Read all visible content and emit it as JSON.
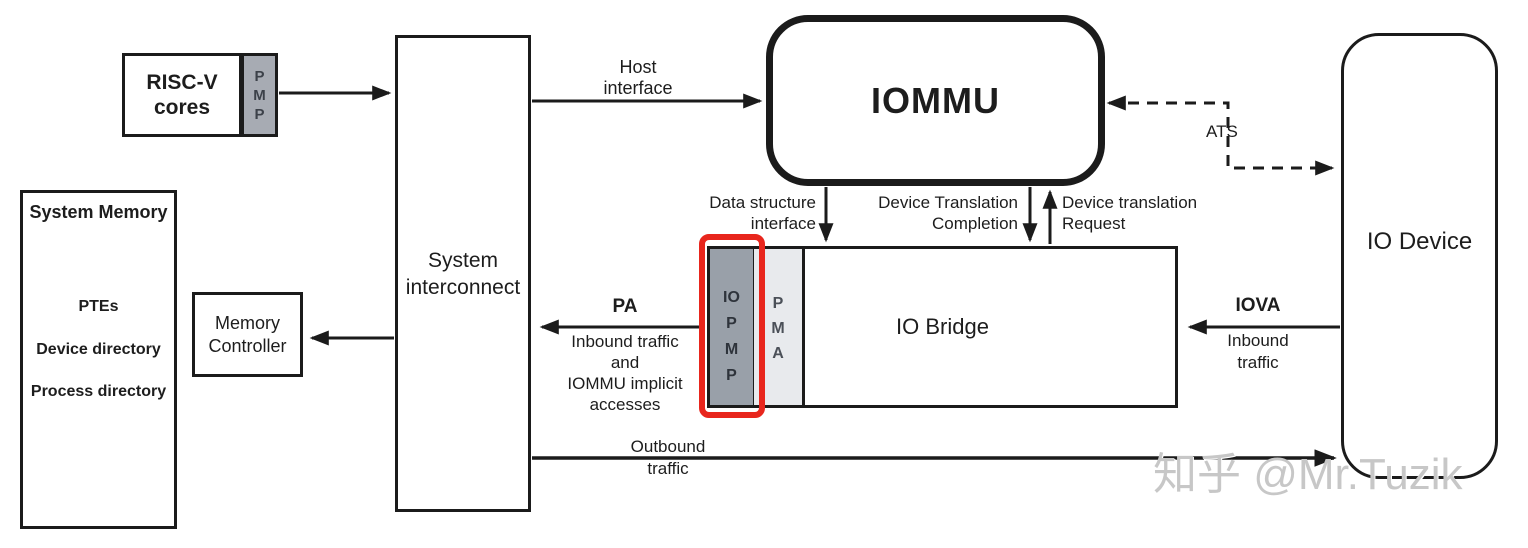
{
  "nodes": {
    "riscv_cores": "RISC-V cores",
    "pmp": "P\nM\nP",
    "system_memory": {
      "title": "System Memory",
      "items": [
        "PTEs",
        "Device directory",
        "Process directory"
      ]
    },
    "memory_controller": "Memory Controller",
    "system_interconnect": "System interconnect",
    "iommu": "IOMMU",
    "io_bridge": "IO Bridge",
    "iopmp": "IO\nP\nM\nP",
    "pma": "P\nM\nA",
    "io_device": "IO Device"
  },
  "labels": {
    "host_interface": "Host\ninterface",
    "data_structure_interface": "Data structure\ninterface",
    "device_translation_completion": "Device Translation\nCompletion",
    "device_translation_request": "Device translation\nRequest",
    "ats": "ATS",
    "pa": "PA",
    "pa_description": "Inbound traffic\nand\nIOMMU implicit\naccesses",
    "outbound_traffic": "Outbound\ntraffic",
    "iova": "IOVA",
    "iova_description": "Inbound\ntraffic"
  },
  "watermark": "知乎 @Mr.Tuzik",
  "colors": {
    "line": "#1b1b1b",
    "pmp_fill": "#a7abb3",
    "iopmp_fill": "#99a0a9",
    "pma_fill": "#e8eaed",
    "highlight_red": "#e8261d",
    "watermark_gray": "#c7c7c7"
  }
}
